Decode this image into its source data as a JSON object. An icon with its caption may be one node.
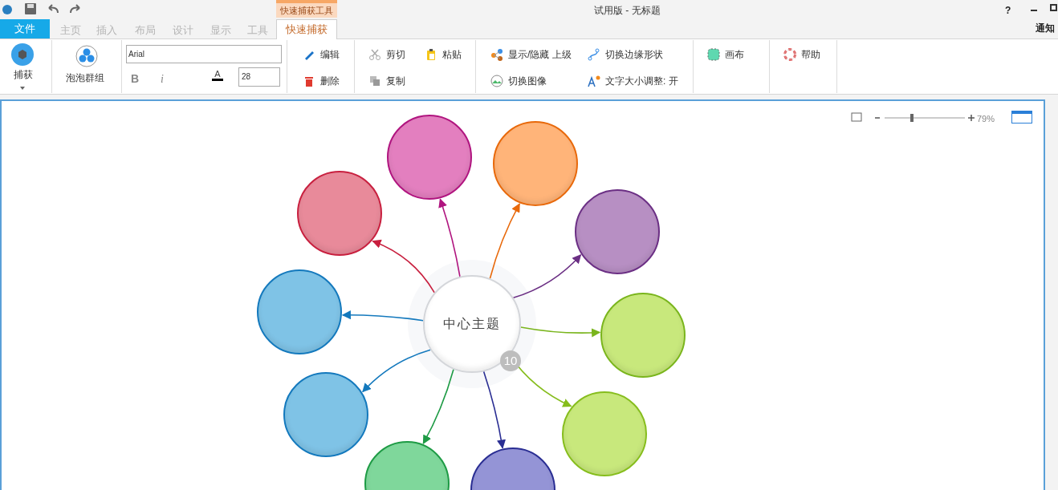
{
  "diagram": {
    "title": "试用版 - 无标题",
    "nodes": [
      {
        "text": [
          "中心主题",
          "10"
        ]
      },
      {
        "text": [],
        "shape": "circle"
      },
      {
        "text": [],
        "shape": "circle"
      },
      {
        "text": [],
        "shape": "circle"
      },
      {
        "text": [],
        "shape": "circle"
      },
      {
        "text": [],
        "shape": "circle"
      },
      {
        "text": [],
        "shape": "circle"
      },
      {
        "text": [],
        "shape": "circle"
      },
      {
        "text": [],
        "shape": "circle"
      },
      {
        "text": [],
        "shape": "circle"
      },
      {
        "text": [],
        "shape": "circle"
      }
    ],
    "edges": [
      {
        "from": 0,
        "to": 1,
        "arrow": "to",
        "color": "#c8203f"
      },
      {
        "from": 0,
        "to": 2,
        "arrow": "to",
        "color": "#b0157f"
      },
      {
        "from": 0,
        "to": 3,
        "arrow": "to",
        "color": "#e8690b"
      },
      {
        "from": 0,
        "to": 4,
        "arrow": "to",
        "color": "#6b2f84"
      },
      {
        "from": 0,
        "to": 5,
        "arrow": "to",
        "color": "#7ab51d"
      },
      {
        "from": 0,
        "to": 6,
        "arrow": "to",
        "color": "#86bd1d"
      },
      {
        "from": 0,
        "to": 7,
        "arrow": "to",
        "color": "#2a2e93"
      },
      {
        "from": 0,
        "to": 8,
        "arrow": "to",
        "color": "#1e9b45"
      },
      {
        "from": 0,
        "to": 9,
        "arrow": "to",
        "color": "#1479bd"
      },
      {
        "from": 0,
        "to": 10,
        "arrow": "to",
        "color": "#1479bd"
      }
    ],
    "labels": [
      "快速捕获工具",
      "?",
      "文件",
      "主页",
      "插入",
      "布局",
      "设计",
      "显示",
      "工具",
      "快速捕获",
      "通知",
      "捕获",
      "泡泡群组",
      "Arial",
      "B",
      "i",
      "A",
      "28",
      "编辑",
      "删除",
      "剪切",
      "粘贴",
      "复制",
      "显示/隐藏 上级",
      "切换边缘形状",
      "切换图像",
      "文字大小调整: 开",
      "画布",
      "帮助",
      "79%"
    ]
  }
}
